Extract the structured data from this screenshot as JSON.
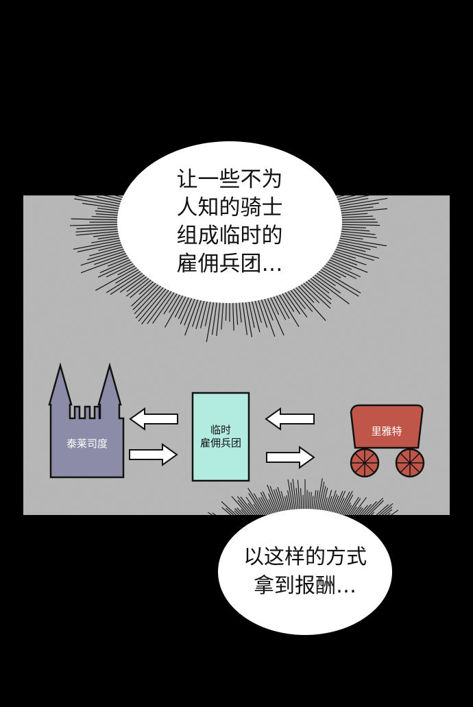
{
  "bubble_top": {
    "text": "让一些不为\n人知的骑士\n组成临时的\n雇佣兵团…"
  },
  "bubble_bottom": {
    "text": "以这样的方式\n拿到报酬…"
  },
  "castle": {
    "label": "泰莱司度",
    "color": "#8c8ca8"
  },
  "mercenary_box": {
    "label": "临时\n雇佣兵团",
    "color": "#b2ebe0"
  },
  "wagon": {
    "label": "里雅特",
    "color": "#c0564a"
  },
  "colors": {
    "background": "#000000",
    "panel": "#b4b4b4",
    "bubble": "#ffffff"
  }
}
